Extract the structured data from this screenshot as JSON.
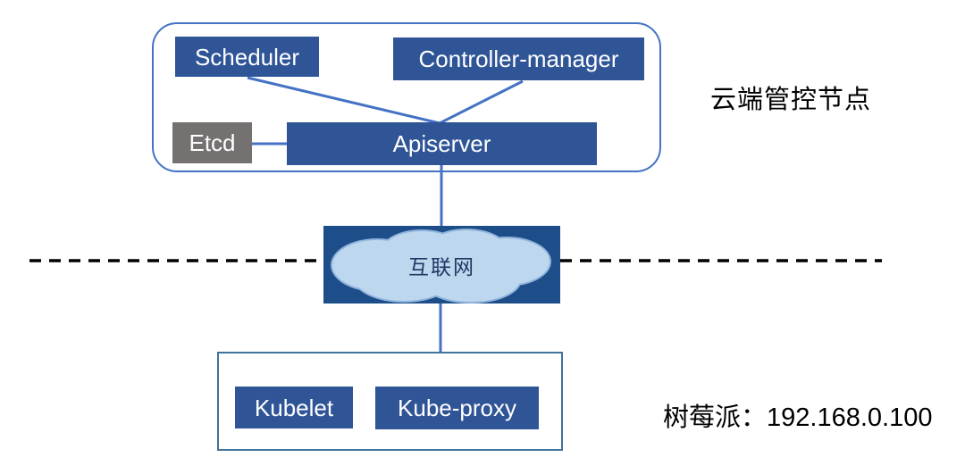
{
  "diagram": {
    "cloud_group": {
      "caption": "云端管控节点",
      "nodes": {
        "scheduler": {
          "label": "Scheduler"
        },
        "controller_manager": {
          "label": "Controller-manager"
        },
        "etcd": {
          "label": "Etcd"
        },
        "apiserver": {
          "label": "Apiserver"
        }
      }
    },
    "internet": {
      "label": "互联网"
    },
    "edge_group": {
      "caption": "树莓派：192.168.0.100",
      "nodes": {
        "kubelet": {
          "label": "Kubelet"
        },
        "kube_proxy": {
          "label": "Kube-proxy"
        }
      }
    },
    "colors": {
      "node_blue": "#2F5597",
      "node_gray": "#767171",
      "node_text": "#FFFFFF",
      "cloud_group_border": "#4472C4",
      "edge_group_border": "#41719C",
      "connector_line": "#4472C4",
      "internet_rect": "#1D4E89",
      "cloud_fill": "#BDD7EE",
      "cloud_outline": "#8FB4DC",
      "dashed_line": "#000000",
      "caption_text": "#000000",
      "internet_label_text": "#1F3864"
    }
  }
}
